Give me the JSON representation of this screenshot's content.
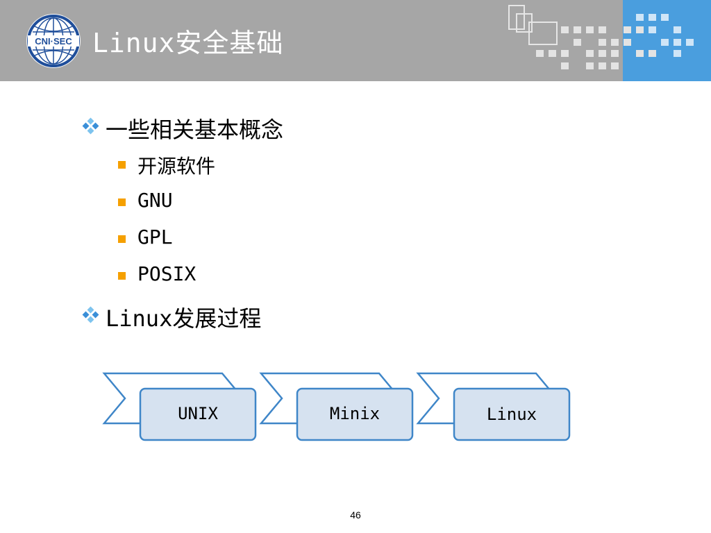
{
  "header": {
    "title": "Linux安全基础",
    "logo_icon": "cnisec-globe-logo",
    "colors": {
      "band": "#a6a6a6",
      "accent": "#4a9ede"
    }
  },
  "content": {
    "sections": [
      {
        "label": "一些相关基本概念",
        "items": [
          "开源软件",
          "GNU",
          "GPL",
          "POSIX"
        ]
      },
      {
        "label": "Linux发展过程",
        "items": []
      }
    ],
    "bullet_colors": {
      "diamond": "#3a8fd8",
      "square": "#f5a000"
    }
  },
  "diagram": {
    "steps": [
      "UNIX",
      "Minix",
      "Linux"
    ]
  },
  "footer": {
    "page_number": "46"
  }
}
